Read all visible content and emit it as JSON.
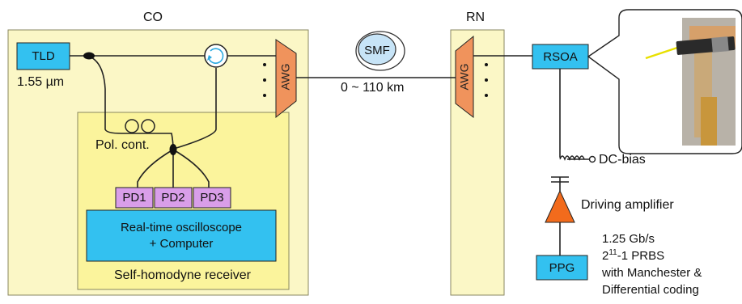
{
  "labels": {
    "co": "CO",
    "rn": "RN",
    "tld": "TLD",
    "wavelength": "1.55 µm",
    "awg_co": "AWG",
    "awg_rn": "AWG",
    "smf": "SMF",
    "distance": "0 ~ 110 km",
    "rsoa": "RSOA",
    "pol_cont": "Pol. cont.",
    "pd1": "PD1",
    "pd2": "PD2",
    "pd3": "PD3",
    "oscilloscope_line1": "Real-time oscilloscope",
    "oscilloscope_line2": "+ Computer",
    "receiver": "Self-homodyne receiver",
    "dc_bias": "DC-bias",
    "driving_amplifier": "Driving amplifier",
    "ppg": "PPG",
    "bitrate": "1.25 Gb/s",
    "prbs_base": "2",
    "prbs_exp": "11",
    "prbs_rest": "-1 PRBS",
    "coding_line1": "with Manchester &",
    "coding_line2": "Differential coding"
  },
  "colors": {
    "region_fill": "#fbf7c6",
    "region_stroke": "#8a8760",
    "receiver_fill": "#fbf49c",
    "device_fill": "#33c1f0",
    "pd_fill": "#d99ee9",
    "awg_fill": "#f0935c",
    "amplifier_fill": "#f26b1c",
    "line": "#222222"
  },
  "icons": {
    "circulator": "circulator-icon",
    "coupler": "fiber-coupler-icon",
    "polarization_controller": "polarization-controller-icon",
    "fiber_spool": "fiber-spool-icon",
    "bias_tee": "inductor-icon",
    "capacitor": "capacitor-icon",
    "photo": "rsoa-package-photo"
  }
}
